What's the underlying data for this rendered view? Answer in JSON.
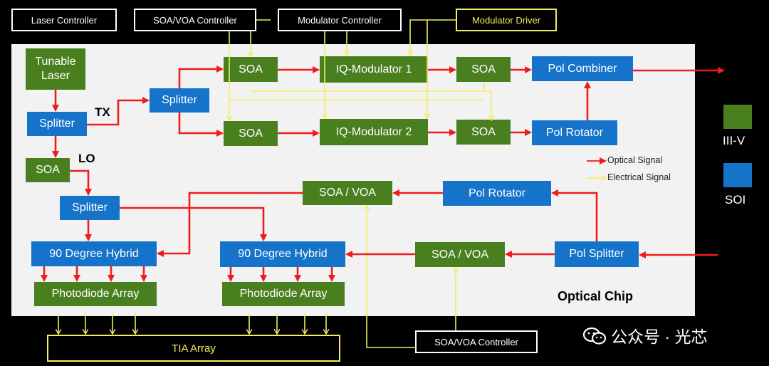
{
  "controllers": {
    "laser": "Laser Controller",
    "soa_voa_top": "SOA/VOA Controller",
    "modulator": "Modulator Controller",
    "modulator_driver": "Modulator Driver",
    "soa_voa_bottom": "SOA/VOA Controller",
    "tia": "TIA Array"
  },
  "blocks": {
    "tunable_laser": "Tunable Laser",
    "splitter_main": "Splitter",
    "splitter_tx": "Splitter",
    "soa_lo": "SOA",
    "splitter_lo": "Splitter",
    "soa_tx1": "SOA",
    "soa_tx2": "SOA",
    "iq_mod1": "IQ-Modulator 1",
    "iq_mod2": "IQ-Modulator 2",
    "soa_tx1_out": "SOA",
    "soa_tx2_out": "SOA",
    "pol_combiner": "Pol Combiner",
    "pol_rotator_tx": "Pol Rotator",
    "soa_voa_rx1": "SOA / VOA",
    "pol_rotator_rx": "Pol Rotator",
    "soa_voa_rx2": "SOA / VOA",
    "pol_splitter": "Pol Splitter",
    "hybrid1": "90 Degree Hybrid",
    "hybrid2": "90 Degree Hybrid",
    "pd_array1": "Photodiode Array",
    "pd_array2": "Photodiode Array"
  },
  "labels": {
    "tx": "TX",
    "lo": "LO",
    "chip": "Optical Chip"
  },
  "legend": {
    "optical": "Optical Signal",
    "electrical": "Electrical Signal",
    "iii_v": "III-V",
    "soi": "SOI"
  },
  "colors": {
    "background": "#000000",
    "chip": "#f2f2f3",
    "iii_v_green": "#4a7f1f",
    "soi_blue": "#1573c9",
    "optical_red": "#ee1c1c",
    "electrical_yellow": "#f3ec62"
  },
  "watermark": "公众号 · 光芯"
}
